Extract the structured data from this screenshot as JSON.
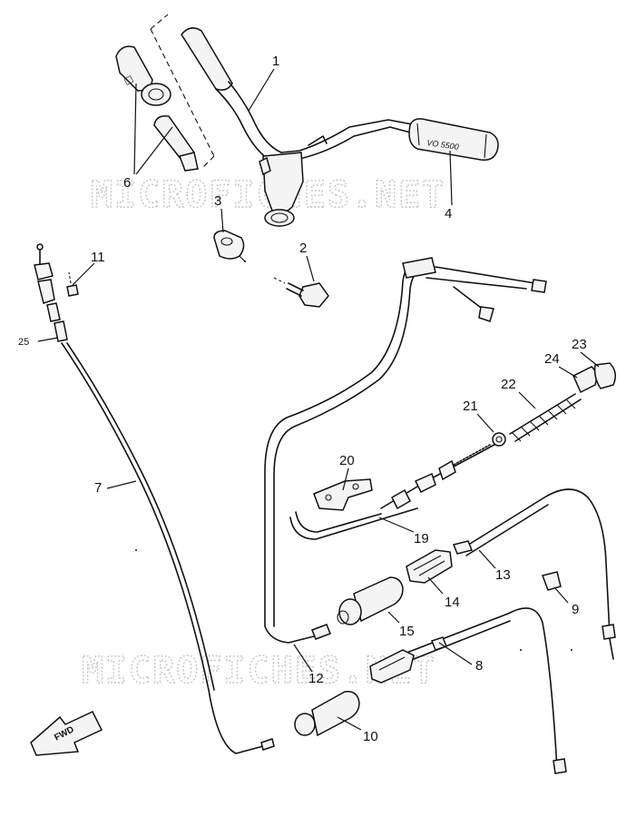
{
  "watermark": {
    "top": "MICROFICHES.NET",
    "bottom": "MICROFICHES.NET"
  },
  "grip_marking": "VO 5500",
  "direction_label": "FWD",
  "callouts": {
    "p1": "1",
    "p2": "2",
    "p3": "3",
    "p4": "4",
    "p6": "6",
    "p7": "7",
    "p8": "8",
    "p9": "9",
    "p10": "10",
    "p11": "11",
    "p12": "12",
    "p13": "13",
    "p14": "14",
    "p15": "15",
    "p19": "19",
    "p20": "20",
    "p21": "21",
    "p22": "22",
    "p23": "23",
    "p24": "24",
    "p25": "25"
  }
}
